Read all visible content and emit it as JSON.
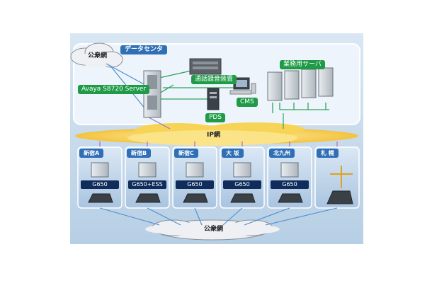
{
  "data_center": {
    "label": "データセンタ"
  },
  "public_net_top": {
    "label": "公衆網"
  },
  "public_net_bottom": {
    "label": "公衆網"
  },
  "ip_net": {
    "label": "IP網"
  },
  "server": {
    "label": "Avaya S8720 Server"
  },
  "recorder": {
    "label": "通話録音装置"
  },
  "cms": {
    "label": "CMS"
  },
  "pds": {
    "label": "PDS"
  },
  "business_servers": {
    "label": "業務用サーバ"
  },
  "sites": [
    {
      "name": "新宿A",
      "gateway": "G650"
    },
    {
      "name": "新宿B",
      "gateway": "G650+ESS"
    },
    {
      "name": "新宿C",
      "gateway": "G650"
    },
    {
      "name": "大 坂",
      "gateway": "G650"
    },
    {
      "name": "北九州",
      "gateway": "G650"
    },
    {
      "name": "札 幌",
      "gateway": ""
    }
  ],
  "colors": {
    "background": "#c8dcec",
    "data_center_panel": "#e6f0fa",
    "site_panel": "#bcd3ea",
    "cloud": "#f3c23a",
    "label_green": "#1f9a46",
    "label_blue": "#2f6fb5",
    "gateway_box": "#0f2c5a"
  }
}
